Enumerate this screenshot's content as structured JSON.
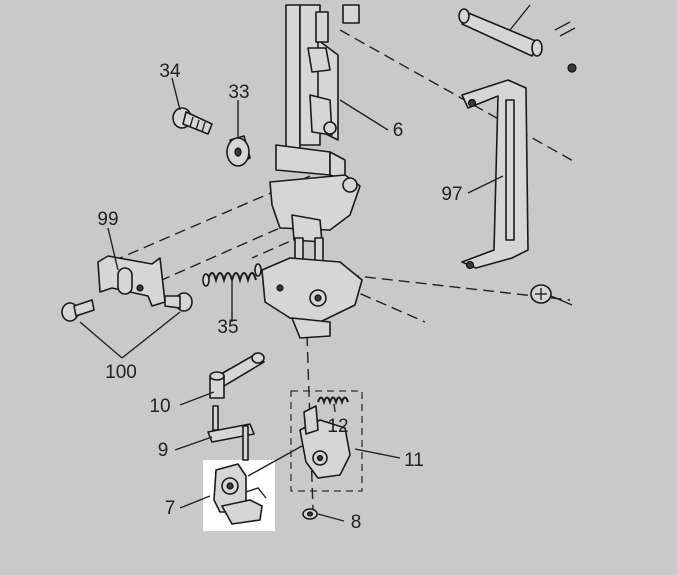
{
  "labels": {
    "p34": "34",
    "p33": "33",
    "p6": "6",
    "p99": "99",
    "p97": "97",
    "p35": "35",
    "p100": "100",
    "p10": "10",
    "p12": "12",
    "p11": "11",
    "p9": "9",
    "p7": "7",
    "p8": "8"
  },
  "colors": {
    "background": "#c9c9c9",
    "highlight_box": "#ffffff",
    "line": "#222222"
  }
}
